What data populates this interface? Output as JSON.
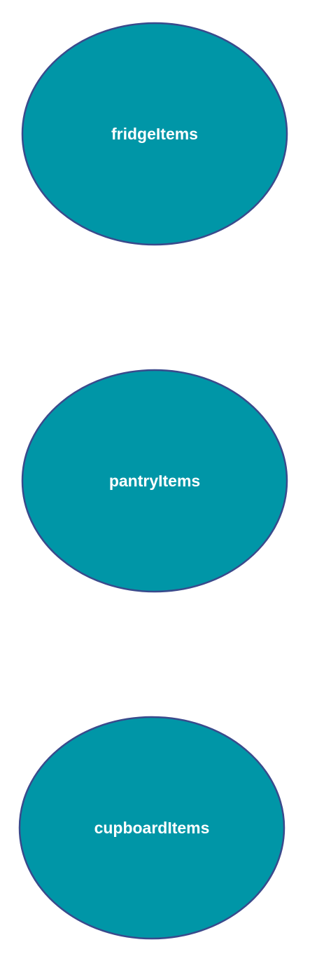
{
  "colors": {
    "node_fill": "#0096a7",
    "node_stroke": "#3a4a8c",
    "label_text": "#ffffff",
    "background": "#ffffff"
  },
  "nodes": [
    {
      "label": "fridgeItems"
    },
    {
      "label": "pantryItems"
    },
    {
      "label": "cupboardItems"
    }
  ]
}
